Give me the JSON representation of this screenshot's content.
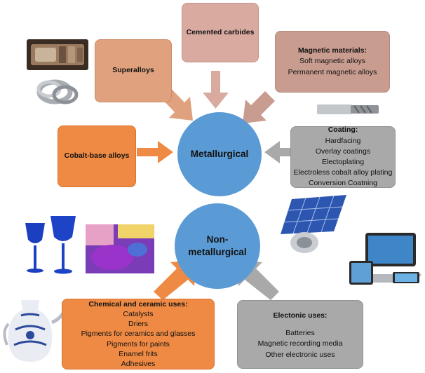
{
  "center": {
    "metallurgical": "Metallurgical",
    "non_metallurgical_1": "Non-",
    "non_metallurgical_2": "metallurgical"
  },
  "boxes": {
    "superalloys": "Superalloys",
    "cemented_carbides": "Cemented carbides",
    "magnetic": {
      "title": "Magnetic materials:",
      "items": [
        "Soft magnetic alloys",
        "Permanent magnetic alloys"
      ]
    },
    "cobalt_base": "Cobalt-base alloys",
    "coating": {
      "title": "Coating:",
      "items": [
        "Hardfacing",
        "Overlay coatings",
        "Electoplating",
        "Electroless cobalt alloy plating",
        "Conversion Coatning"
      ]
    },
    "chemical": {
      "title": "Chemical and ceramic uses:",
      "items": [
        "Catalysts",
        "Driers",
        "Pigments for ceramics and glasses",
        "Pigments for paints",
        "Enamel frits",
        "Adhesives"
      ]
    },
    "electronic": {
      "title": "Electonic uses:",
      "items": [
        "Batteries",
        "Magnetic recording media",
        "Other electronic uses"
      ]
    }
  },
  "colors": {
    "circle": "#5b9bd5",
    "orange": "#ee8a44",
    "peach": "#e0a27e",
    "pink": "#d9aba0",
    "rose": "#c89c8f",
    "grey": "#a9a9a9"
  },
  "images": [
    "turbine-photo",
    "bearing-rings-photo",
    "end-mill-photo",
    "blue-wine-glasses-photo",
    "blue-pigment-photo",
    "solar-panel-photo",
    "electronic-devices-photo",
    "porcelain-jug-photo"
  ]
}
